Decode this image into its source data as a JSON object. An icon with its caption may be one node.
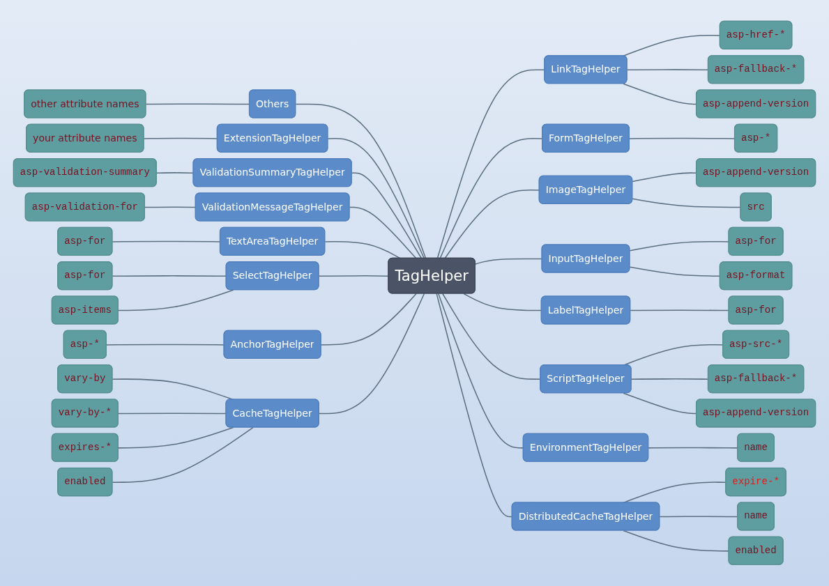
{
  "diagram": {
    "nodes": [
      {
        "text": [
          "TagHelper"
        ]
      },
      {
        "text": [
          "LinkTagHelper"
        ]
      },
      {
        "text": [
          "asp-href-*"
        ]
      },
      {
        "text": [
          "asp-fallback-*"
        ]
      },
      {
        "text": [
          "asp-append-version"
        ]
      },
      {
        "text": [
          "FormTagHelper"
        ]
      },
      {
        "text": [
          "asp-*"
        ]
      },
      {
        "text": [
          "ImageTagHelper"
        ]
      },
      {
        "text": [
          "asp-append-version"
        ]
      },
      {
        "text": [
          "src"
        ]
      },
      {
        "text": [
          "InputTagHelper"
        ]
      },
      {
        "text": [
          "asp-for"
        ]
      },
      {
        "text": [
          "asp-format"
        ]
      },
      {
        "text": [
          "LabelTagHelper"
        ]
      },
      {
        "text": [
          "asp-for"
        ]
      },
      {
        "text": [
          "ScriptTagHelper"
        ]
      },
      {
        "text": [
          "asp-src-*"
        ]
      },
      {
        "text": [
          "asp-fallback-*"
        ]
      },
      {
        "text": [
          "asp-append-version"
        ]
      },
      {
        "text": [
          "EnvironmentTagHelper"
        ]
      },
      {
        "text": [
          "name"
        ]
      },
      {
        "text": [
          "DistributedCacheTagHelper"
        ]
      },
      {
        "text": [
          "expire-*"
        ]
      },
      {
        "text": [
          "name"
        ]
      },
      {
        "text": [
          "enabled"
        ]
      },
      {
        "text": [
          "Others"
        ]
      },
      {
        "text": [
          "other attribute names"
        ]
      },
      {
        "text": [
          "ExtensionTagHelper"
        ]
      },
      {
        "text": [
          "your attribute names"
        ]
      },
      {
        "text": [
          "ValidationSummaryTagHelper"
        ]
      },
      {
        "text": [
          "asp-validation-summary"
        ]
      },
      {
        "text": [
          "ValidationMessageTagHelper"
        ]
      },
      {
        "text": [
          "asp-validation-for"
        ]
      },
      {
        "text": [
          "TextAreaTagHelper"
        ]
      },
      {
        "text": [
          "asp-for"
        ]
      },
      {
        "text": [
          "SelectTagHelper"
        ]
      },
      {
        "text": [
          "asp-for"
        ]
      },
      {
        "text": [
          "asp-items"
        ]
      },
      {
        "text": [
          "AnchorTagHelper"
        ]
      },
      {
        "text": [
          "asp-*"
        ]
      },
      {
        "text": [
          "CacheTagHelper"
        ]
      },
      {
        "text": [
          "vary-by"
        ]
      },
      {
        "text": [
          "vary-by-*"
        ]
      },
      {
        "text": [
          "expires-*"
        ]
      },
      {
        "text": [
          "enabled"
        ]
      }
    ],
    "edges": [
      {
        "from": 0,
        "to": 1,
        "arrow": "none"
      },
      {
        "from": 1,
        "to": 2,
        "arrow": "none"
      },
      {
        "from": 1,
        "to": 3,
        "arrow": "none"
      },
      {
        "from": 1,
        "to": 4,
        "arrow": "none"
      },
      {
        "from": 0,
        "to": 5,
        "arrow": "none"
      },
      {
        "from": 5,
        "to": 6,
        "arrow": "none"
      },
      {
        "from": 0,
        "to": 7,
        "arrow": "none"
      },
      {
        "from": 7,
        "to": 8,
        "arrow": "none"
      },
      {
        "from": 7,
        "to": 9,
        "arrow": "none"
      },
      {
        "from": 0,
        "to": 10,
        "arrow": "none"
      },
      {
        "from": 10,
        "to": 11,
        "arrow": "none"
      },
      {
        "from": 10,
        "to": 12,
        "arrow": "none"
      },
      {
        "from": 0,
        "to": 13,
        "arrow": "none"
      },
      {
        "from": 13,
        "to": 14,
        "arrow": "none"
      },
      {
        "from": 0,
        "to": 15,
        "arrow": "none"
      },
      {
        "from": 15,
        "to": 16,
        "arrow": "none"
      },
      {
        "from": 15,
        "to": 17,
        "arrow": "none"
      },
      {
        "from": 15,
        "to": 18,
        "arrow": "none"
      },
      {
        "from": 0,
        "to": 19,
        "arrow": "none"
      },
      {
        "from": 19,
        "to": 20,
        "arrow": "none"
      },
      {
        "from": 0,
        "to": 21,
        "arrow": "none"
      },
      {
        "from": 21,
        "to": 22,
        "arrow": "none"
      },
      {
        "from": 21,
        "to": 23,
        "arrow": "none"
      },
      {
        "from": 21,
        "to": 24,
        "arrow": "none"
      },
      {
        "from": 26,
        "to": 25,
        "arrow": "none"
      },
      {
        "from": 25,
        "to": 0,
        "arrow": "none"
      },
      {
        "from": 28,
        "to": 27,
        "arrow": "none"
      },
      {
        "from": 27,
        "to": 0,
        "arrow": "none"
      },
      {
        "from": 30,
        "to": 29,
        "arrow": "none"
      },
      {
        "from": 29,
        "to": 0,
        "arrow": "none"
      },
      {
        "from": 32,
        "to": 31,
        "arrow": "none"
      },
      {
        "from": 31,
        "to": 0,
        "arrow": "none"
      },
      {
        "from": 34,
        "to": 33,
        "arrow": "none"
      },
      {
        "from": 33,
        "to": 0,
        "arrow": "none"
      },
      {
        "from": 36,
        "to": 35,
        "arrow": "none"
      },
      {
        "from": 37,
        "to": 35,
        "arrow": "none"
      },
      {
        "from": 35,
        "to": 0,
        "arrow": "none"
      },
      {
        "from": 39,
        "to": 38,
        "arrow": "none"
      },
      {
        "from": 38,
        "to": 0,
        "arrow": "none"
      },
      {
        "from": 41,
        "to": 40,
        "arrow": "none"
      },
      {
        "from": 42,
        "to": 40,
        "arrow": "none"
      },
      {
        "from": 43,
        "to": 40,
        "arrow": "none"
      },
      {
        "from": 44,
        "to": 40,
        "arrow": "none"
      },
      {
        "from": 40,
        "to": 0,
        "arrow": "none"
      }
    ]
  }
}
